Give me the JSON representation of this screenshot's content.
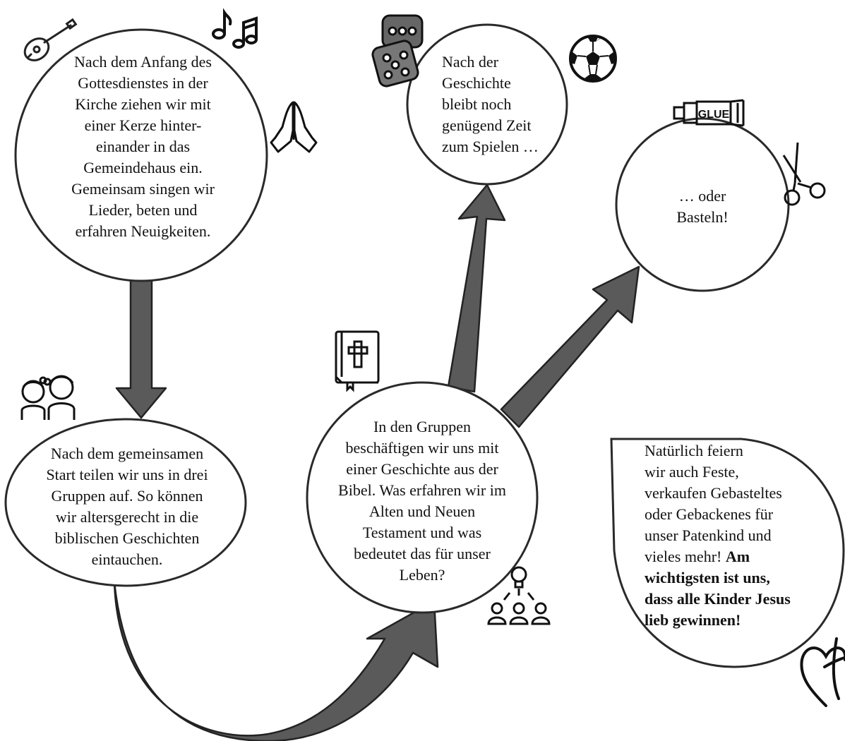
{
  "nodes": {
    "start": {
      "lines": [
        "Nach dem Anfang des",
        "Gottesdienstes in der",
        "Kirche ziehen wir mit",
        "einer Kerze hinter-",
        "einander in das",
        "Gemeindehaus ein.",
        "Gemeinsam singen wir",
        "Lieder, beten und",
        "erfahren Neuigkeiten."
      ]
    },
    "groups": {
      "lines": [
        "Nach dem gemeinsamen",
        "Start teilen wir uns in drei",
        "Gruppen auf. So können",
        "wir altersgerecht in die",
        "biblischen Geschichten",
        "eintauchen."
      ]
    },
    "bible": {
      "lines": [
        "In den Gruppen",
        "beschäftigen wir uns mit",
        "einer Geschichte aus der",
        "Bibel. Was erfahren wir im",
        "Alten und Neuen",
        "Testament und was",
        "bedeutet das für unser",
        "Leben?"
      ]
    },
    "play": {
      "lines": [
        "Nach der",
        "Geschichte",
        "bleibt noch",
        "genügend Zeit",
        "zum Spielen …"
      ]
    },
    "craft": {
      "lines": [
        "… oder",
        "Basteln!"
      ]
    },
    "note": {
      "lines": [
        "Natürlich feiern",
        "wir auch Feste,",
        "verkaufen Gebasteltes",
        "oder Gebackenes für",
        "unser Patenkind und",
        "vieles mehr!"
      ],
      "emphasis_start": "Am",
      "emphasis_lines": [
        "wichtigsten ist uns,",
        "dass alle Kinder Jesus",
        "lieb gewinnen!"
      ]
    }
  },
  "icons": {
    "guitar": "guitar-icon",
    "music": "music-notes-icon",
    "pray": "praying-hands-icon",
    "dice": "dice-icon",
    "ball": "soccer-ball-icon",
    "glue": "glue-tube-icon",
    "glue_label": "GLUE",
    "scissors": "scissors-icon",
    "bible": "bible-icon",
    "children": "children-icon",
    "team": "team-idea-icon",
    "logo": "heart-cross-logo"
  },
  "colors": {
    "arrow": "#5a5a5a",
    "outline": "#222222",
    "background": "#ffffff"
  }
}
